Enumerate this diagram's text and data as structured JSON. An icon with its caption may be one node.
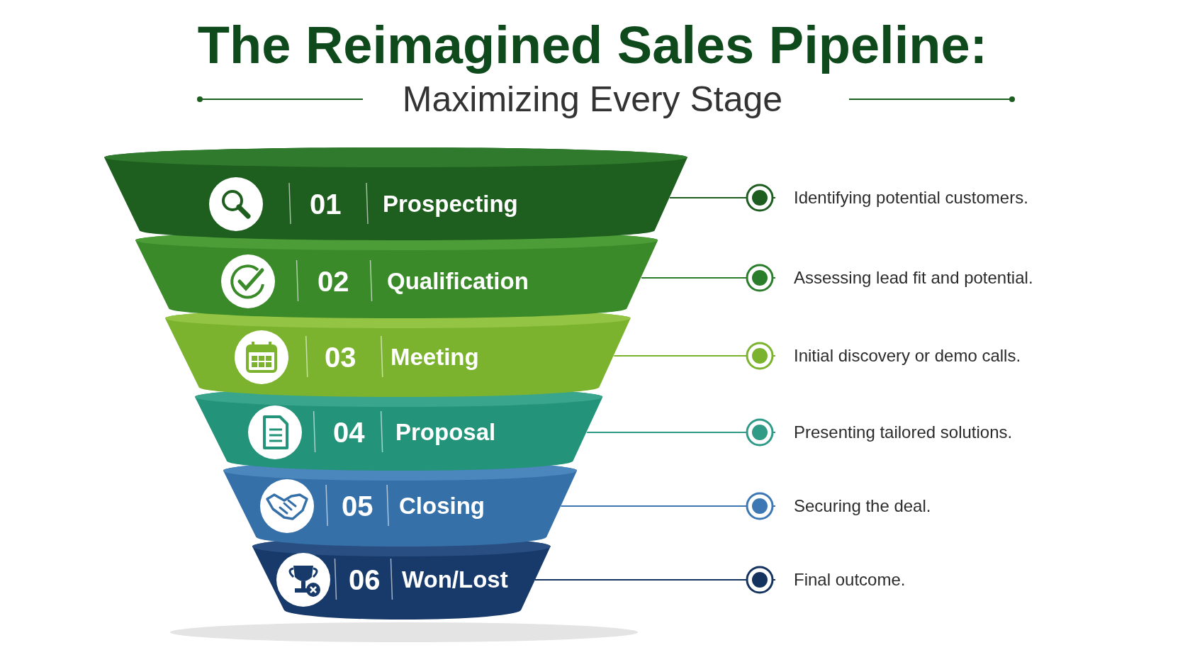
{
  "diagram": {
    "title": "The Reimagined Sales Pipeline:",
    "nodes": [
      {
        "text": [
          "01",
          "Prospecting"
        ]
      },
      {
        "text": [
          "02",
          "Qualification"
        ]
      },
      {
        "text": [
          "03",
          "Meeting"
        ]
      },
      {
        "text": [
          "04",
          "Proposal"
        ]
      },
      {
        "text": [
          "05",
          "Closing"
        ]
      },
      {
        "text": [
          "06",
          "Won/Lost"
        ]
      },
      {
        "text": [
          "Identifying potential customers."
        ]
      },
      {
        "text": [
          "Assessing lead fit and potential."
        ]
      },
      {
        "text": [
          "Initial discovery or demo calls."
        ]
      },
      {
        "text": [
          "Presenting tailored solutions."
        ]
      },
      {
        "text": [
          "Securing the deal."
        ]
      },
      {
        "text": [
          "Final outcome."
        ]
      }
    ],
    "edges": [
      {
        "from": 0,
        "to": 6,
        "arrow": "other",
        "color": "#1d5e20"
      },
      {
        "from": 1,
        "to": 7,
        "arrow": "other",
        "color": "#2a7d2a"
      },
      {
        "from": 2,
        "to": 8,
        "arrow": "other",
        "color": "#7cb32e"
      },
      {
        "from": 3,
        "to": 9,
        "arrow": "other",
        "color": "#2f9a86"
      },
      {
        "from": 4,
        "to": 10,
        "arrow": "other",
        "color": "#3d78b5"
      },
      {
        "from": 5,
        "to": 11,
        "arrow": "other",
        "color": "#15335f"
      }
    ],
    "labels": [
      "Maximizing Every Stage"
    ]
  }
}
